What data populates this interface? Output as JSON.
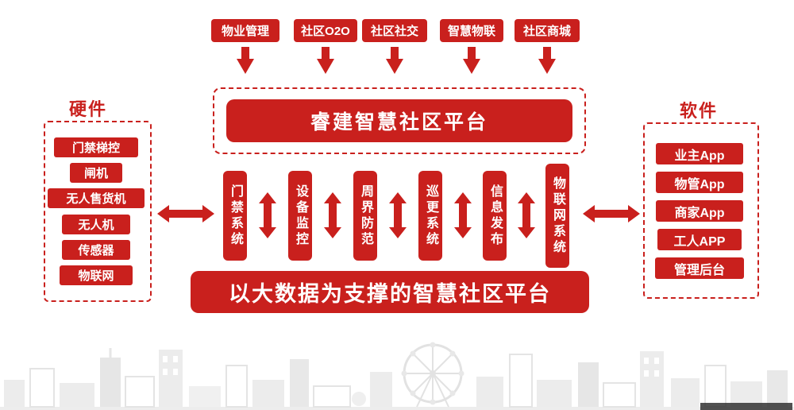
{
  "colors": {
    "primary_red": "#c9201d",
    "text_on_red": "#ffffff",
    "skyline_gray": "#ececec"
  },
  "top_modules": [
    "物业管理",
    "社区O2O",
    "社区社交",
    "智慧物联",
    "社区商城"
  ],
  "platform": {
    "title": "睿建智慧社区平台"
  },
  "hardware": {
    "title": "硬件",
    "items": [
      "门禁梯控",
      "闸机",
      "无人售货机",
      "无人机",
      "传感器",
      "物联网"
    ]
  },
  "software": {
    "title": "软件",
    "items": [
      "业主App",
      "物管App",
      "商家App",
      "工人APP",
      "管理后台"
    ]
  },
  "systems": [
    "门禁系统",
    "设备监控",
    "周界防范",
    "巡更系统",
    "信息发布",
    "物联网系统"
  ],
  "banner": {
    "title": "以大数据为支撑的智慧社区平台"
  },
  "icons": {
    "down_arrow": "↓",
    "double_arrow_horizontal": "↔",
    "double_arrow_vertical": "↕"
  }
}
